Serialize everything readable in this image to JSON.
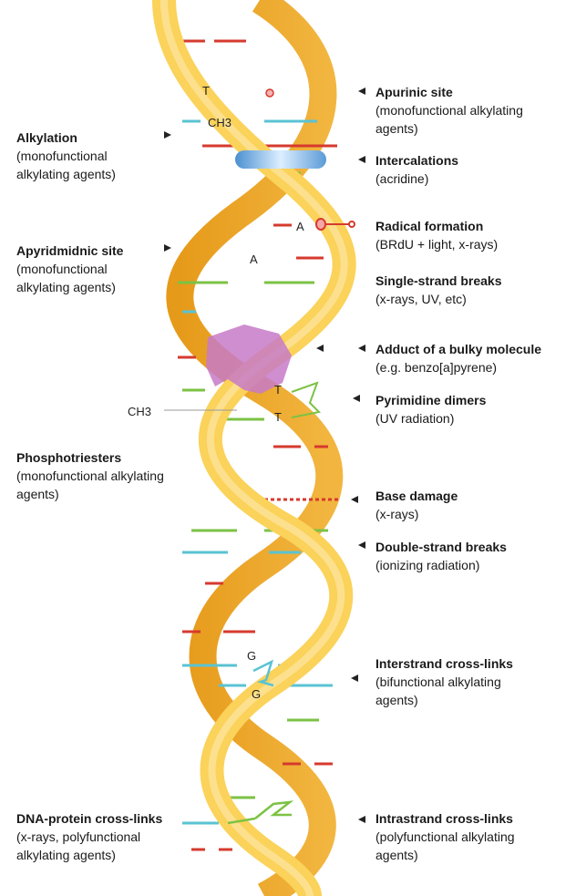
{
  "left_labels": [
    {
      "title": "Alkylation",
      "sub": [
        "(monofunctional",
        "alkylating agents)"
      ]
    },
    {
      "title": "Apyridmidnic site",
      "sub": [
        "(monofunctional",
        "alkylating agents)"
      ]
    },
    {
      "title": "Phosphotriesters",
      "sub": [
        "(monofunctional alkylating",
        "agents)"
      ]
    },
    {
      "title": "DNA-protein cross-links",
      "sub": [
        "(x-rays, polyfunctional",
        "alkylating agents)"
      ]
    }
  ],
  "right_labels": [
    {
      "title": "Apurinic site",
      "sub": [
        "(monofunctional alkylating",
        "agents)"
      ]
    },
    {
      "title": "Intercalations",
      "sub": [
        "(acridine)"
      ]
    },
    {
      "title": "Radical formation",
      "sub": [
        "(BRdU + light, x-rays)"
      ]
    },
    {
      "title": "Single-strand breaks",
      "sub": [
        "(x-rays, UV, etc)"
      ]
    },
    {
      "title": "Adduct of a bulky molecule",
      "sub": [
        "(e.g. benzo[a]pyrene)"
      ]
    },
    {
      "title": "Pyrimidine dimers",
      "sub": [
        "(UV radiation)"
      ]
    },
    {
      "title": "Base damage",
      "sub": [
        "(x-rays)"
      ]
    },
    {
      "title": "Double-strand breaks",
      "sub": [
        "(ionizing radiation)"
      ]
    },
    {
      "title": "Interstrand cross-links",
      "sub": [
        "(bifunctional alkylating",
        "agents)"
      ]
    },
    {
      "title": "Intrastrand cross-links",
      "sub": [
        "(polyfunctional alkylating",
        "agents)"
      ]
    }
  ],
  "helix_text": {
    "t_top": "T",
    "ch3_top": "CH3",
    "a_upper": "A",
    "a_lower": "A",
    "t_dimer_1": "T",
    "t_dimer_2": "T",
    "ch3_side": "CH3",
    "g_upper": "G",
    "g_lower": "G"
  },
  "colors": {
    "strand_light": "#fbd25a",
    "strand_dark": "#e9a320",
    "base_red": "#d63a2e",
    "base_green": "#7cc244",
    "base_cyan": "#59c3d3",
    "intercalator": "#8fc2e8",
    "adduct": "#c77ac7"
  }
}
